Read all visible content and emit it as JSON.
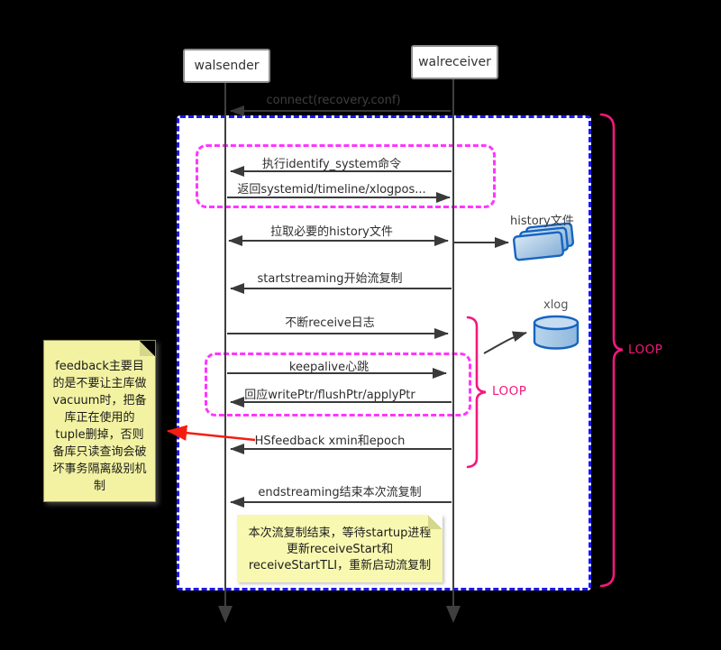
{
  "actors": {
    "sender": "walsender",
    "receiver": "walreceiver"
  },
  "messages": {
    "connect": "connect(recovery.conf)",
    "identify": "执行identify_system命令",
    "return_system": "返回systemid/timeline/xlogpos...",
    "pull_history": "拉取必要的history文件",
    "start_streaming": "startstreaming开始流复制",
    "receive_logs": "不断receive日志",
    "keepalive": "keepalive心跳",
    "reply_ptrs": "回应writePtr/flushPtr/applyPtr",
    "hsfeedback": "HSfeedback xmin和epoch",
    "end_streaming": "endstreaming结束本次流复制"
  },
  "labels": {
    "history_file": "history文件",
    "xlog": "xlog",
    "loop_inner": "LOOP",
    "loop_outer": "LOOP"
  },
  "notes": {
    "feedback_lines": [
      "feedback主要目",
      "的是不要让主库做",
      "vacuum时，把备",
      "库正在使用的",
      "tuple删掉，否则",
      "备库只读查询会破",
      "坏事务隔离级别机",
      "制"
    ],
    "restart_lines": [
      "本次流复制结束，等待startup进程",
      "更新receiveStart和",
      "receiveStartTLI，重新启动流复制"
    ]
  },
  "colors": {
    "loop_border": "#1a16ee",
    "fragment_border": "#ff35ff",
    "brace": "#f5177c",
    "arrow": "#3a3a3a",
    "annotation_arrow": "#f51d10",
    "note_bg": "#f2f2a2",
    "note_bg_2": "#f8f8b0",
    "note_fold": "#d6d68c",
    "icon_stroke": "#1565c0"
  }
}
